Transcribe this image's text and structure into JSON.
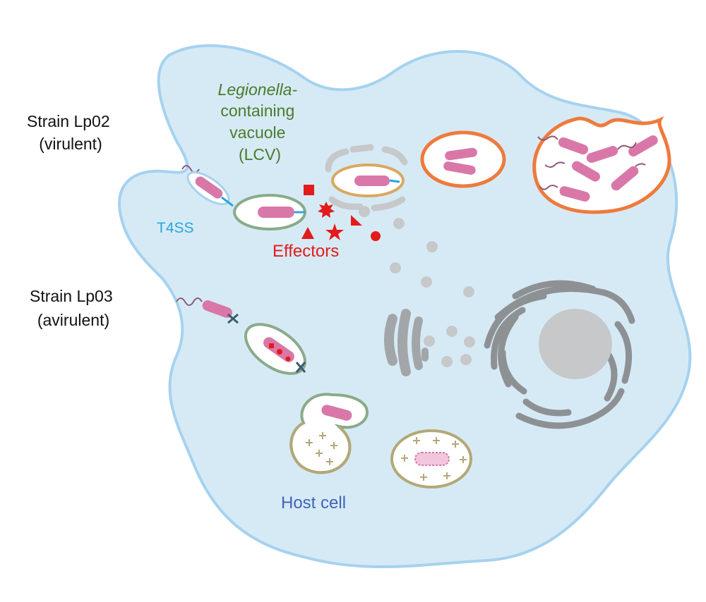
{
  "labels": {
    "strain_virulent": [
      "Strain Lp02",
      "(virulent)"
    ],
    "strain_avirulent": [
      "Strain Lp03",
      "(avirulent)"
    ],
    "lcv": [
      "Legionella-",
      "containing",
      "vacuole",
      "(LCV)"
    ],
    "t4ss": "T4SS",
    "effectors": "Effectors",
    "host_cell": "Host cell"
  },
  "colors": {
    "cytoplasm": "#d6eaf6",
    "membrane": "#a6d2ee",
    "bacterium": "#d978a8",
    "lcv_early": "#8aab8a",
    "lcv_mid": "#d9a860",
    "lcv_mature": "#ef7a3c",
    "effector": "#e31b1b",
    "t4ss": "#29a6dd",
    "organelle": "#a3a6a9",
    "lysosome": "#b3a877"
  }
}
